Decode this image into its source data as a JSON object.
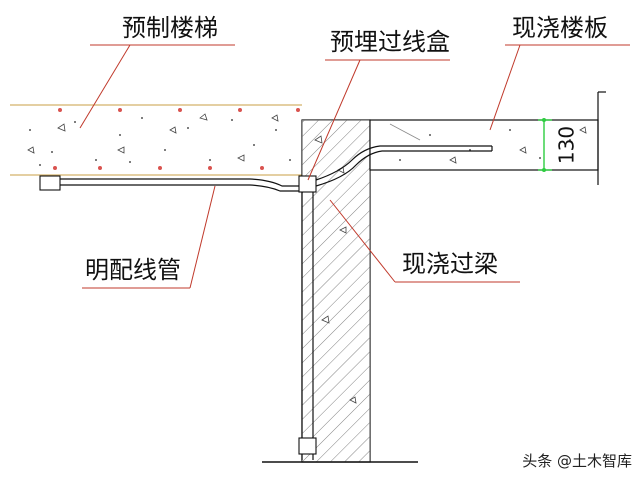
{
  "labels": {
    "precast_stair": "预制楼梯",
    "embedded_box": "预埋过线盒",
    "cast_in_place_slab": "现浇楼板",
    "cast_in_place_beam": "现浇过梁",
    "exposed_conduit": "明配线管"
  },
  "dimension": {
    "value": "130"
  },
  "watermark": {
    "text": "头条 @土木智库"
  },
  "colors": {
    "leader_line": "#c0392b",
    "dimension_line": "#2ecc40",
    "outline": "#111111",
    "rebar_dot": "#d9534f",
    "stair_edge": "#d4b26a"
  }
}
